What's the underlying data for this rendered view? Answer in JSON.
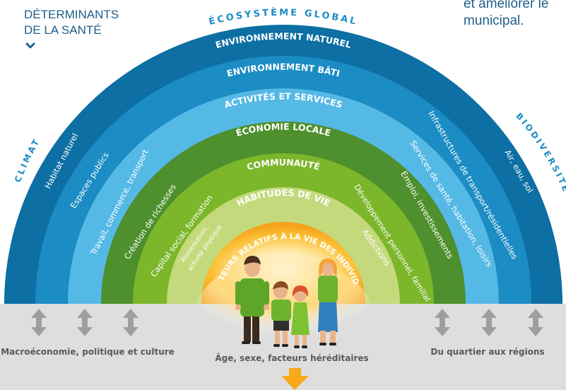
{
  "header": {
    "title_line1": "DÉTERMINANTS",
    "title_line2": "DE LA SANTÉ",
    "corner_line1": "et améliorer le",
    "corner_line2": "municipal."
  },
  "arc_labels": {
    "ecosysteme": "ÉCOSYSTÈME GLOBAL",
    "climat": "CLIMAT",
    "biodiversite": "BIODIVERSITÉ",
    "env_naturel": "ENVIRONNEMENT NATUREL",
    "env_bati": "ENVIRONNEMENT BÂTI",
    "activites": "ACTIVITÉS ET SERVICES",
    "economie": "ÉCONOMIE LOCALE",
    "communaute": "COMMUNAUTÉ",
    "habitudes": "HABITUDES DE VIE",
    "facteurs": "FACTEURS RELATIFS À LA VIE DES INDIVIDUS"
  },
  "left_labels": {
    "habitat": "Habitat naturel",
    "espaces": "Espaces publics",
    "travail": "Travail, commerce, transport",
    "creation": "Création de richesses",
    "capital": "Capital social, formation",
    "alimentation_1": "Alimentation,",
    "alimentation_2": "activité physique"
  },
  "right_labels": {
    "air": "Air, eau, sol",
    "infrastructures": "Infrastructures de transport/résidentielles",
    "services": "Services de santé, habitation, loisirs",
    "emploi": "Emploi, investissements",
    "developpement": "Développement personnel, familial",
    "addictions": "Addictions"
  },
  "bottom": {
    "left": "Macroéconomie, politique et culture",
    "center": "Âge, sexe, facteurs héréditaires",
    "right": "Du quartier aux régions"
  },
  "colors": {
    "band1": "#0d6fa3",
    "band2": "#1b8cc4",
    "band3": "#55b9e6",
    "band4": "#4e8f2e",
    "band5": "#7cb62a",
    "band6": "#c4d97c",
    "ground": "#dedede",
    "accent_blue": "#1f5f8a",
    "arrow_grey": "#9e9e9e",
    "arrow_orange": "#f7a81b"
  },
  "icons": {
    "chevron": "chevron-down-icon",
    "family": "family-icon"
  }
}
